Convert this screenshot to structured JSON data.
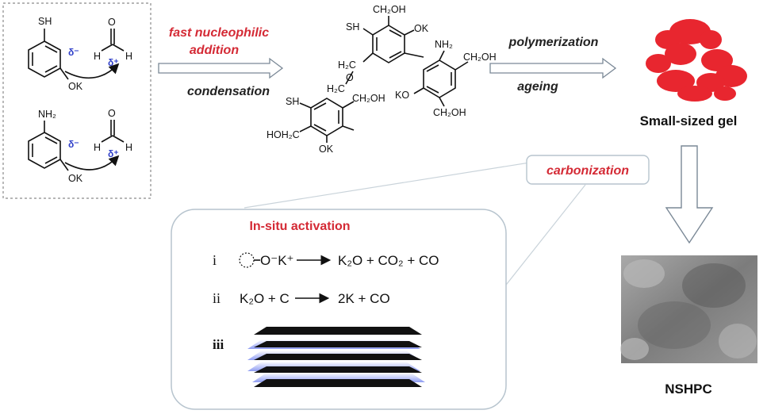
{
  "reactants": {
    "top": {
      "substituent": "SH",
      "phenoxide": "OK",
      "aldehyde_h1": "H",
      "aldehyde_h2": "H",
      "aldehyde_o": "O",
      "delta_minus": "δ⁻",
      "delta_plus": "δ⁺"
    },
    "bottom": {
      "substituent": "NH₂",
      "phenoxide": "OK",
      "aldehyde_h1": "H",
      "aldehyde_h2": "H",
      "aldehyde_o": "O",
      "delta_minus": "δ⁻",
      "delta_plus": "δ⁺"
    }
  },
  "step1": {
    "top_label_line1": "fast nucleophilic",
    "top_label_line2": "addition",
    "bottom_label": "condensation"
  },
  "product_structure": {
    "labels": [
      "SH",
      "CH₂OH",
      "OK",
      "H₂C",
      "O",
      "H₂C",
      "NH₂",
      "CH₂OH",
      "KO",
      "CH₂OH",
      "SH",
      "CH₂OH",
      "HOH₂C",
      "OK"
    ]
  },
  "step2": {
    "top_label": "polymerization",
    "bottom_label": "ageing"
  },
  "gel_label": "Small-sized gel",
  "carbonization_label": "carbonization",
  "activation": {
    "title": "In-situ activation",
    "eq1_num": "i",
    "eq1_reactant": "O⁻K⁺",
    "eq1_products": "K₂O + CO₂ + CO",
    "eq2_num": "ii",
    "eq2_reactant": "K₂O + C",
    "eq2_products": "2K + CO",
    "eq3_num": "iii"
  },
  "final_label": "NSHPC",
  "colors": {
    "accent_red": "#d42a35",
    "gel_red": "#e8262f",
    "delta_blue": "#2f3fc9",
    "layer_blue": "#9aa6f5",
    "border_gray": "#b7c4ce"
  }
}
